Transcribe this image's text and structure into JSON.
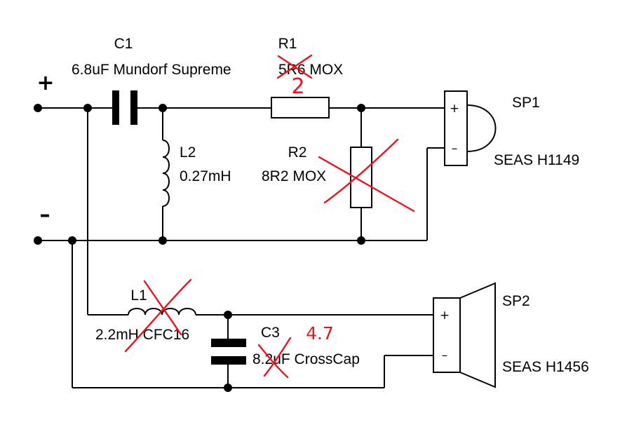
{
  "terminals": {
    "plus": "+",
    "minus": "–"
  },
  "c1": {
    "ref": "C1",
    "value": "6.8uF Mundorf Supreme"
  },
  "r1": {
    "ref": "R1",
    "value": "5R6 MOX",
    "hand_value": "2"
  },
  "l2": {
    "ref": "L2",
    "value": "0.27mH"
  },
  "r2": {
    "ref": "R2",
    "value": "8R2 MOX"
  },
  "sp1": {
    "ref": "SP1",
    "model": "SEAS H1149",
    "pin_plus": "+",
    "pin_minus": "–"
  },
  "l1": {
    "ref": "L1",
    "value": "2.2mH CFC16"
  },
  "c3": {
    "ref": "C3",
    "value": "8.2uF CrossCap",
    "hand_value": "4.7"
  },
  "sp2": {
    "ref": "SP2",
    "model": "SEAS H1456",
    "pin_plus": "+",
    "pin_minus": "–"
  },
  "colors": {
    "wire": "#000000",
    "correction": "#e8141e"
  }
}
